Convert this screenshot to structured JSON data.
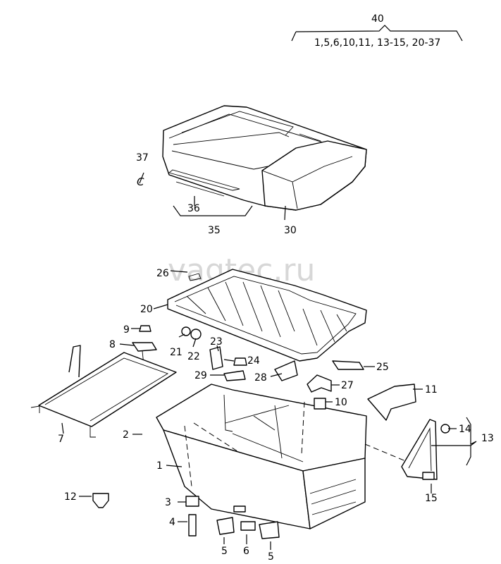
{
  "watermark": "vagtec.ru",
  "labels": {
    "l40": "40",
    "l40_list": "1,5,6,10,11, 13-15, 20-37",
    "l37": "37",
    "l37_sym": "C",
    "l36": "36",
    "l35": "35",
    "l30": "30",
    "l26": "26",
    "l20": "20",
    "l9": "9",
    "l8": "8",
    "l21": "21",
    "l22": "22",
    "l23": "23",
    "l24": "24",
    "l29": "29",
    "l28": "28",
    "l27": "27",
    "l25": "25",
    "l7": "7",
    "l2": "2",
    "l1": "1",
    "l10": "10",
    "l11": "11",
    "l14": "14",
    "l13": "13",
    "l15": "15",
    "l12": "12",
    "l3": "3",
    "l4": "4",
    "l5a": "5",
    "l6": "6",
    "l5b": "5"
  }
}
